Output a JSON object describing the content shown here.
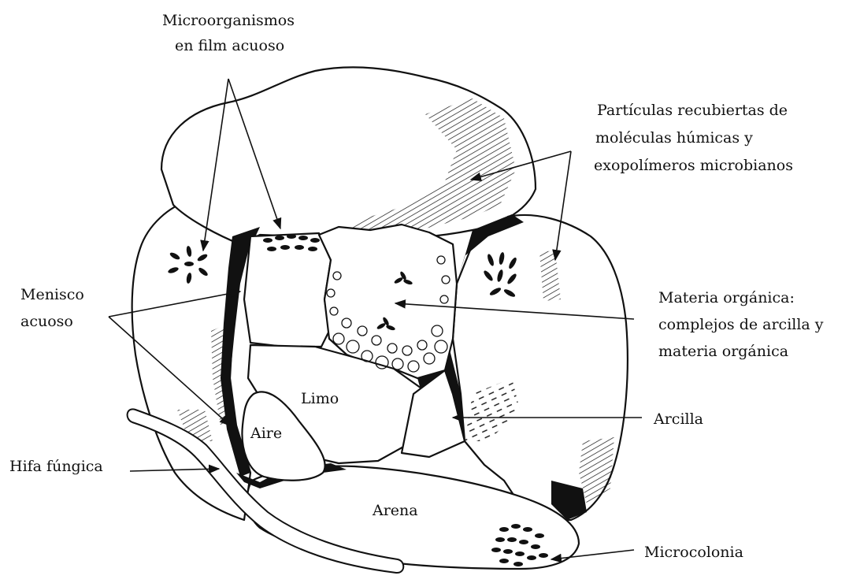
{
  "labels": {
    "microorganismos_line1": "Microorganismos",
    "microorganismos_line2": "en film acuoso",
    "particulas_line1": "Partículas recubiertas de",
    "particulas_line2": "moléculas húmicas y",
    "particulas_line3": "exopolímeros microbianos",
    "menisco_line1": "Menisco",
    "menisco_line2": "acuoso",
    "materia_line1": "Materia orgánica:",
    "materia_line2": "complejos de arcilla y",
    "materia_line3": "materia orgánica",
    "arcilla": "Arcilla",
    "hifa": "Hifa fúngica",
    "microcolonia": "Microcolonia"
  },
  "inner_labels": {
    "limo": "Limo",
    "aire": "Aire",
    "arena": "Arena"
  },
  "colors": {
    "ink": "#111111",
    "background": "#ffffff"
  }
}
